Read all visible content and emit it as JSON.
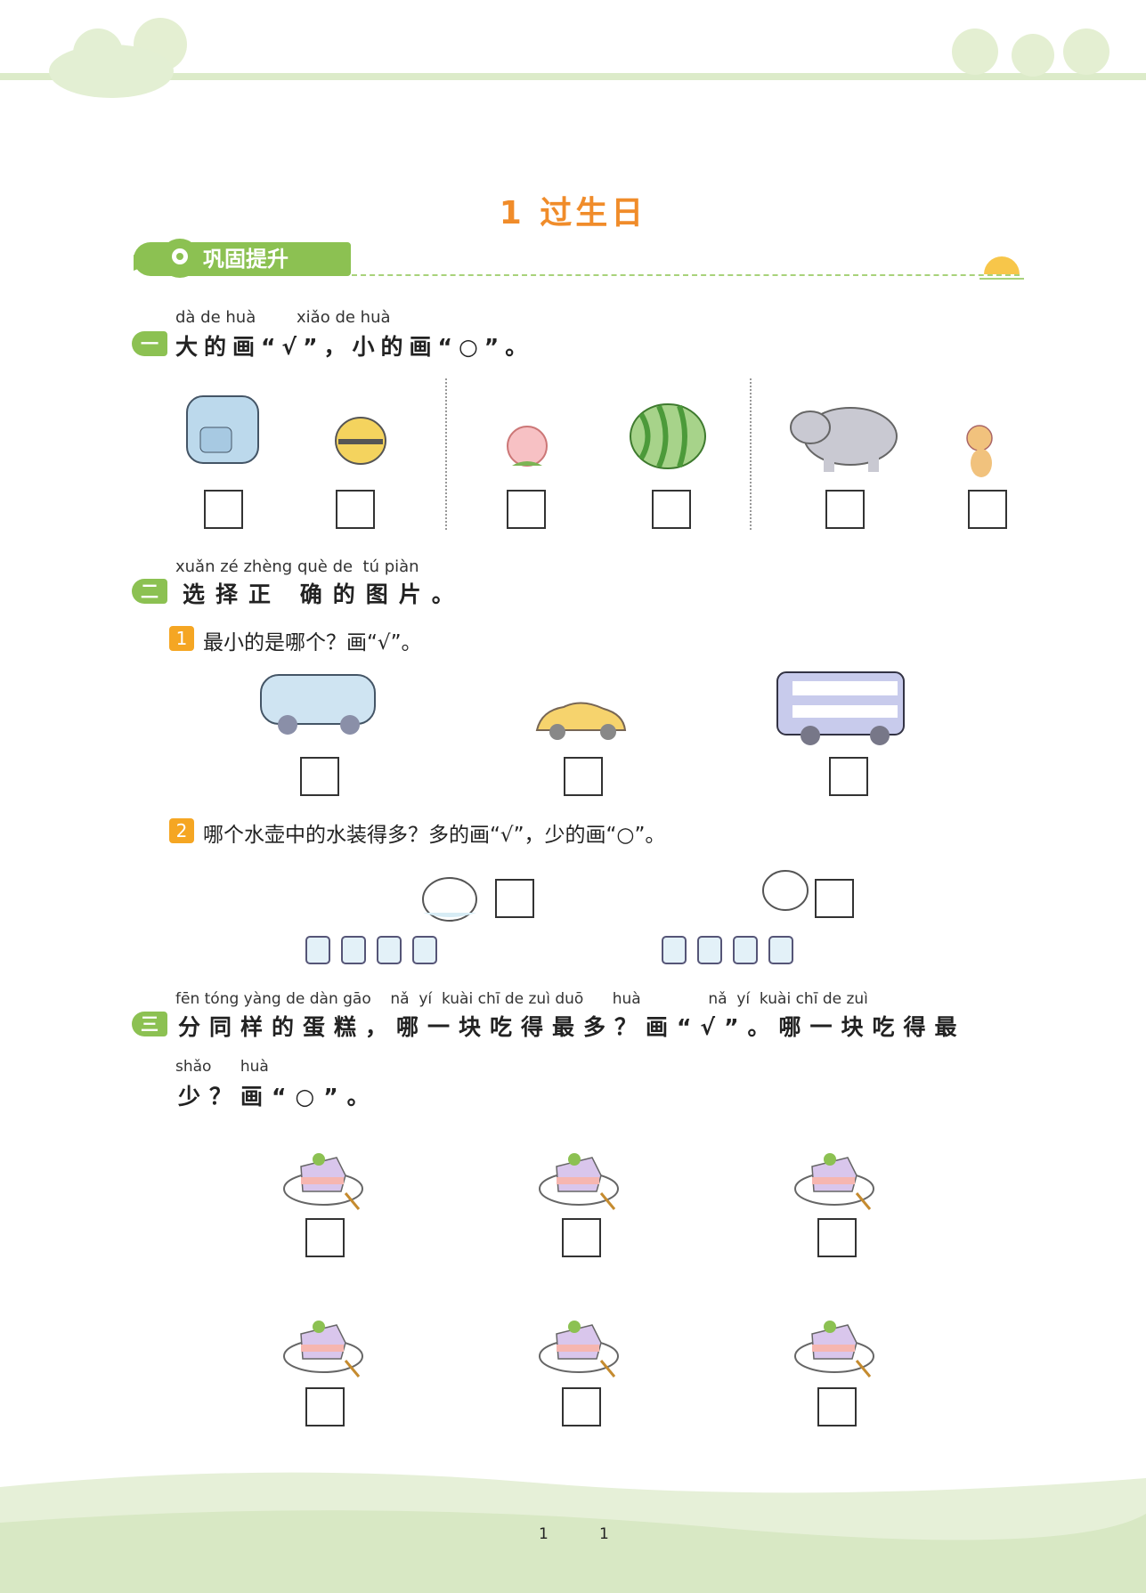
{
  "header": {
    "title": "1 过生日",
    "banner": "巩固提升"
  },
  "section1": {
    "num": "一",
    "pinyin": "dà de huà        xiǎo de huà",
    "text": "大的画“√”，小的画“○”。"
  },
  "section2": {
    "num": "二",
    "pinyin": "xuǎn zé zhèng què de  tú piàn",
    "text": "选择正 确的图片。",
    "q1": {
      "num": "1",
      "text": "最小的是哪个？画“√”。"
    },
    "q2": {
      "num": "2",
      "text": "哪个水壶中的水装得多？多的画“√”，少的画“○”。"
    }
  },
  "section3": {
    "num": "三",
    "pinyin1": "fēn tóng yàng de dàn gāo    nǎ  yí  kuài chī de zuì duō      huà              nǎ  yí  kuài chī de zuì",
    "text1": "分同样的蛋糕，哪一块吃得最多？画“√”。哪一块吃得最",
    "pinyin2": "shǎo      huà",
    "text2": "少？画“○”。"
  },
  "footer": {
    "page_left": "1",
    "page_right": "1"
  },
  "colors": {
    "green": "#8cc152",
    "orange": "#f08c2a"
  }
}
